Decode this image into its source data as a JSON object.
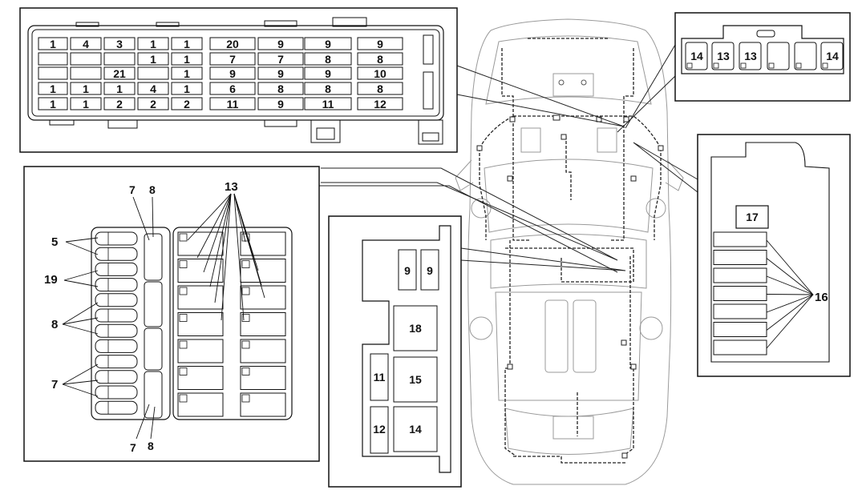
{
  "fuse_grid": [
    [
      "1",
      "4",
      "3",
      "1",
      "1",
      "20",
      "9",
      "9",
      "9"
    ],
    [
      "",
      "",
      "",
      "1",
      "1",
      "7",
      "7",
      "8",
      "8"
    ],
    [
      "",
      "",
      "21",
      "",
      "1",
      "9",
      "9",
      "9",
      "10"
    ],
    [
      "1",
      "1",
      "1",
      "4",
      "1",
      "6",
      "8",
      "8",
      "8"
    ],
    [
      "1",
      "1",
      "2",
      "2",
      "2",
      "11",
      "9",
      "11",
      "12"
    ]
  ],
  "connector_labels": [
    "14",
    "13",
    "13",
    "",
    "",
    "14"
  ],
  "left_panel": {
    "label_7_top": "7",
    "label_8_top": "8",
    "label_13": "13",
    "label_5": "5",
    "label_19": "19",
    "label_8_side": "8",
    "label_7_side": "7",
    "label_7_bottom": "7",
    "label_8_bottom": "8"
  },
  "mid_panel": {
    "fuse_9a": "9",
    "fuse_9b": "9",
    "relay_18": "18",
    "fuse_11": "11",
    "relay_15": "15",
    "fuse_12": "12",
    "relay_14": "14"
  },
  "right_panel": {
    "relay_17": "17",
    "label_16": "16"
  }
}
